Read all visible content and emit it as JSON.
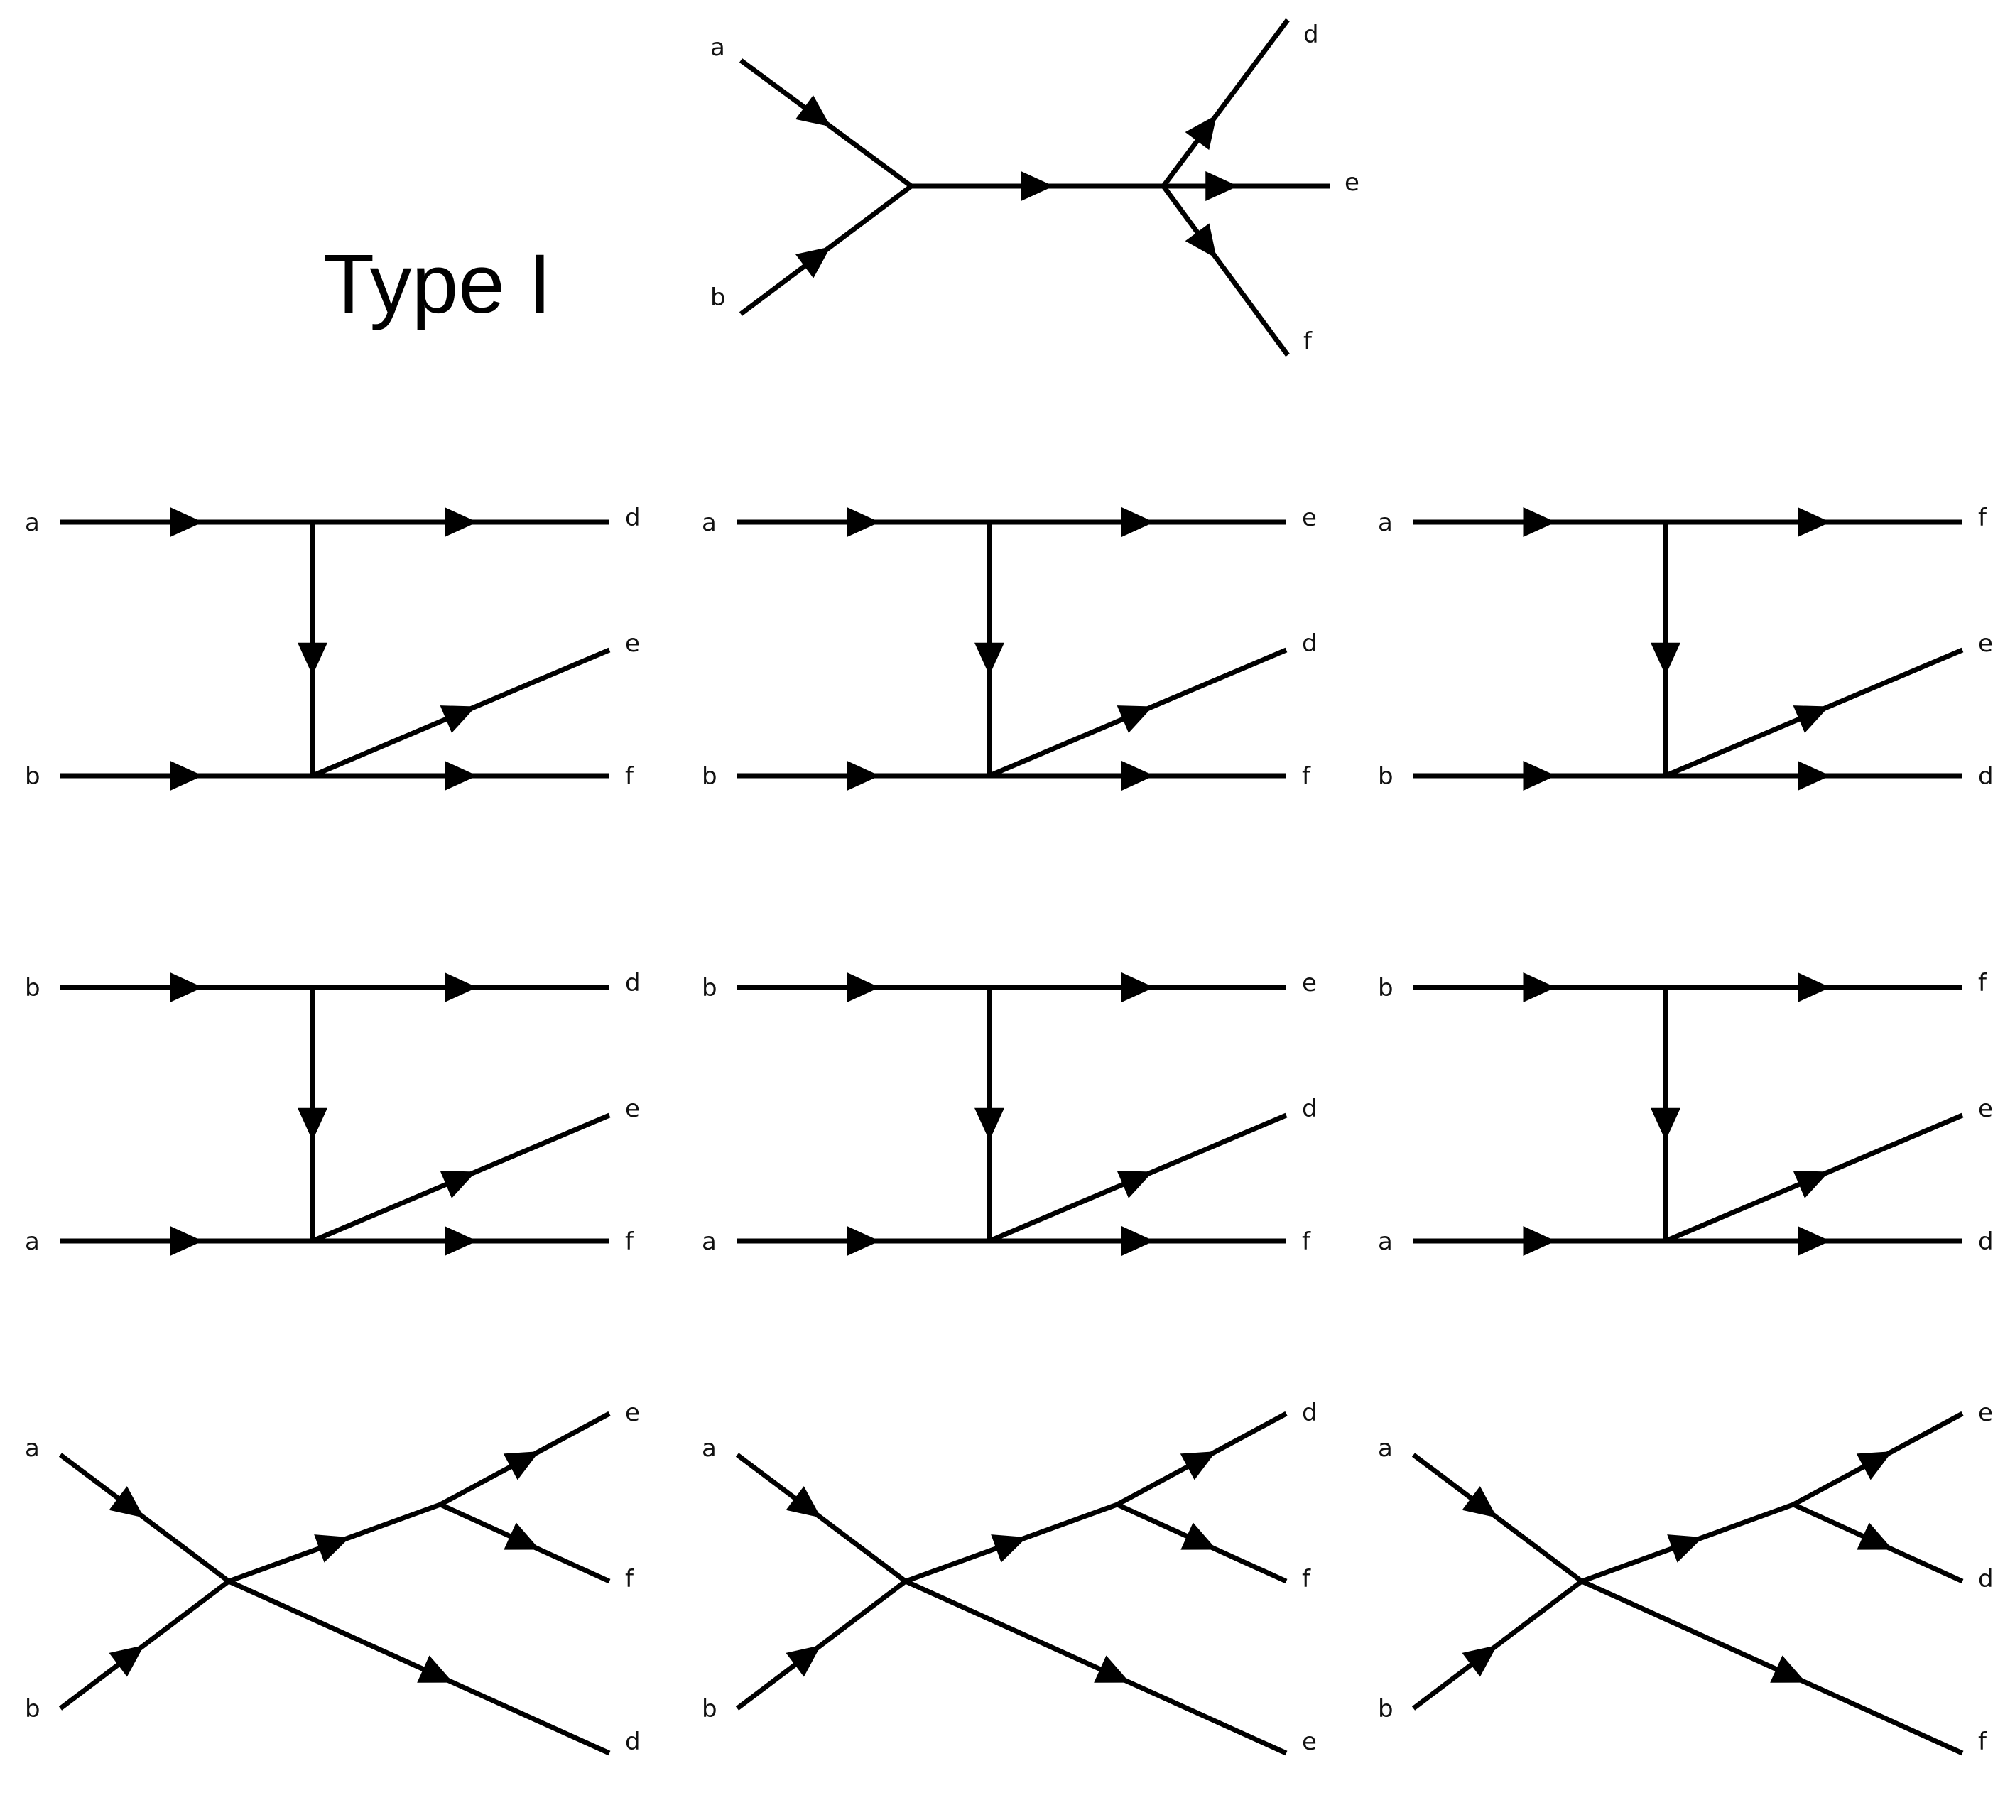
{
  "title": "Type I",
  "colors": {
    "ink": "#000000",
    "background": "#ffffff"
  },
  "diagrams": [
    {
      "id": "top",
      "kind": "s-channel",
      "particles": {
        "a": "a",
        "b": "b",
        "d": "d",
        "e": "e",
        "f": "f"
      }
    },
    {
      "id": "r1c1",
      "kind": "t-channel",
      "particles": {
        "top_in": "a",
        "bottom_in": "b",
        "top_out": "d",
        "mid_out": "e",
        "bottom_out": "f"
      }
    },
    {
      "id": "r1c2",
      "kind": "t-channel",
      "particles": {
        "top_in": "a",
        "bottom_in": "b",
        "top_out": "e",
        "mid_out": "d",
        "bottom_out": "f"
      }
    },
    {
      "id": "r1c3",
      "kind": "t-channel",
      "particles": {
        "top_in": "a",
        "bottom_in": "b",
        "top_out": "f",
        "mid_out": "e",
        "bottom_out": "d"
      }
    },
    {
      "id": "r2c1",
      "kind": "t-channel",
      "particles": {
        "top_in": "b",
        "bottom_in": "a",
        "top_out": "d",
        "mid_out": "e",
        "bottom_out": "f"
      }
    },
    {
      "id": "r2c2",
      "kind": "t-channel",
      "particles": {
        "top_in": "b",
        "bottom_in": "a",
        "top_out": "e",
        "mid_out": "d",
        "bottom_out": "f"
      }
    },
    {
      "id": "r2c3",
      "kind": "t-channel",
      "particles": {
        "top_in": "b",
        "bottom_in": "a",
        "top_out": "f",
        "mid_out": "e",
        "bottom_out": "d"
      }
    },
    {
      "id": "r3c1",
      "kind": "crossed",
      "particles": {
        "top_in": "a",
        "bottom_in": "b",
        "upper_out": "e",
        "lower_out": "f",
        "bottom_out": "d"
      }
    },
    {
      "id": "r3c2",
      "kind": "crossed",
      "particles": {
        "top_in": "a",
        "bottom_in": "b",
        "upper_out": "d",
        "lower_out": "f",
        "bottom_out": "e"
      }
    },
    {
      "id": "r3c3",
      "kind": "crossed",
      "particles": {
        "top_in": "a",
        "bottom_in": "b",
        "upper_out": "e",
        "lower_out": "d",
        "bottom_out": "f"
      }
    }
  ]
}
